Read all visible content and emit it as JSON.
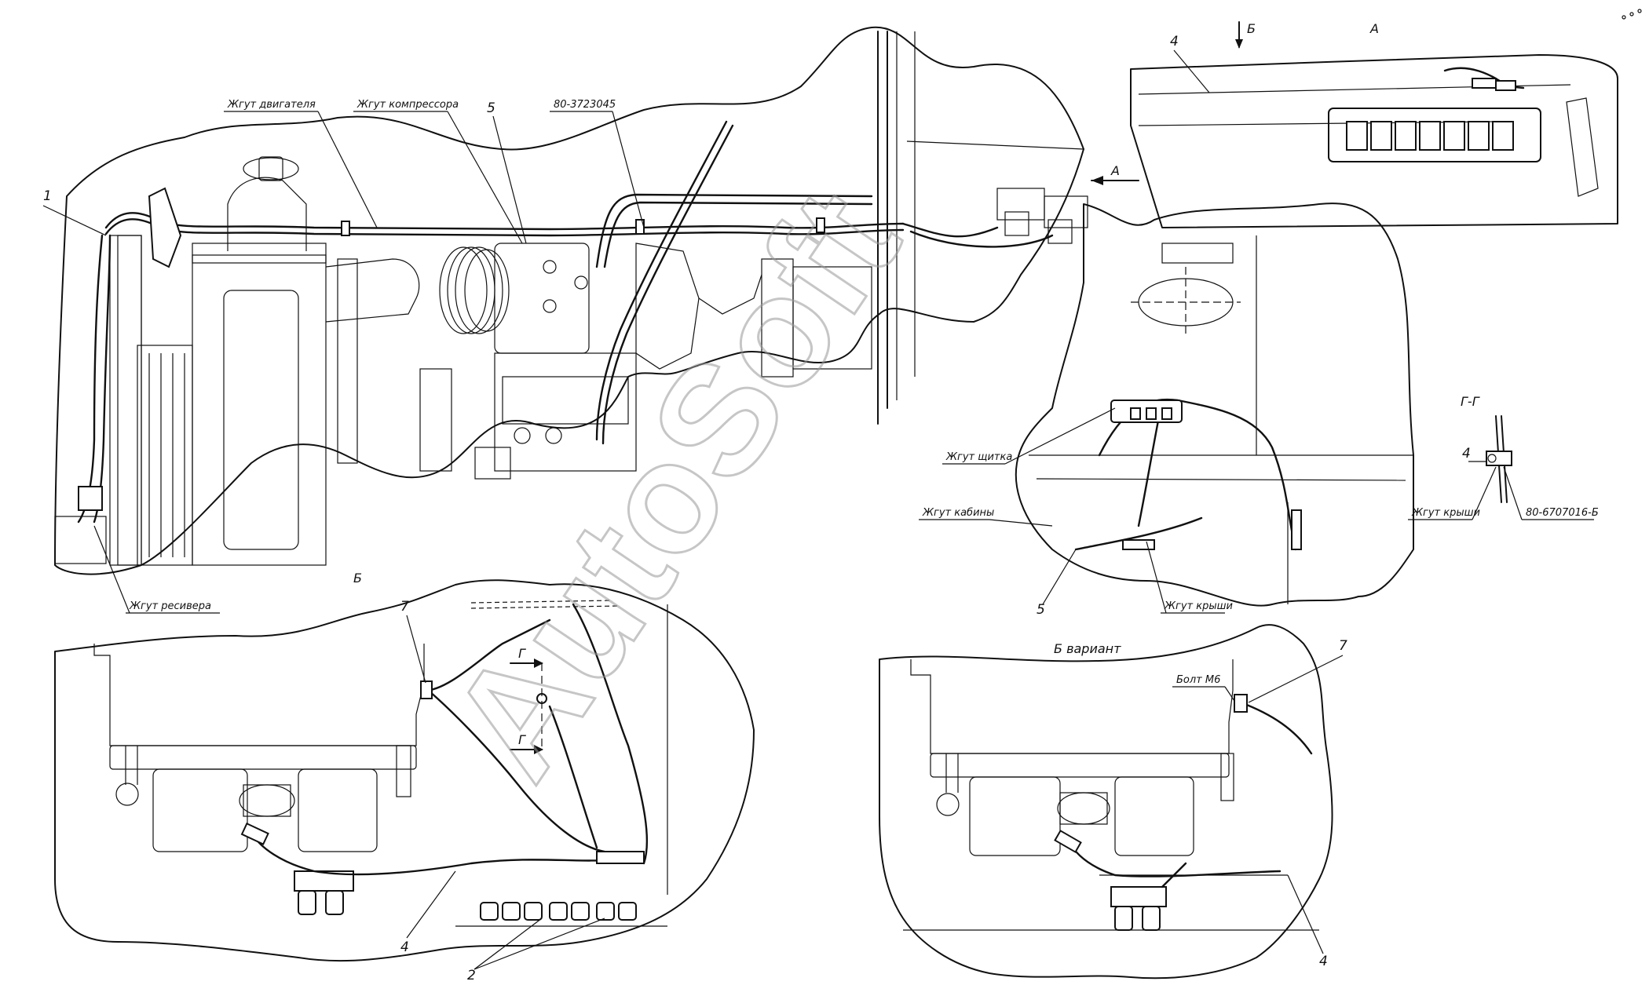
{
  "views": {
    "view_a": "А",
    "view_b": "Б",
    "view_b_variant": "Б вариант",
    "section_g": "Г-Г",
    "arrow_a": "А",
    "arrow_b": "Б",
    "cut_g_top": "Г",
    "cut_g_bottom": "Г"
  },
  "callouts": {
    "c1": "1",
    "c5_top": "5",
    "c4_a": "4",
    "c5_right": "5",
    "c4_gg": "4",
    "c7_left": "7",
    "c4_left": "4",
    "c2": "2",
    "c7_right": "7",
    "c4_right": "4"
  },
  "labels": {
    "engine_harness": "Жгут двигателя",
    "compressor_harness": "Жгут компрессора",
    "part_80_3723045": "80-3723045",
    "receiver_harness": "Жгут ресивера",
    "panel_harness": "Жгут щитка",
    "cab_harness": "Жгут кабины",
    "roof_harness_right": "Жгут крыши",
    "roof_harness_gg": "Жгут крыши",
    "part_80_6707016_b": "80-6707016-Б",
    "bolt_m6": "Болт М6"
  },
  "watermark": "AutoSoft"
}
